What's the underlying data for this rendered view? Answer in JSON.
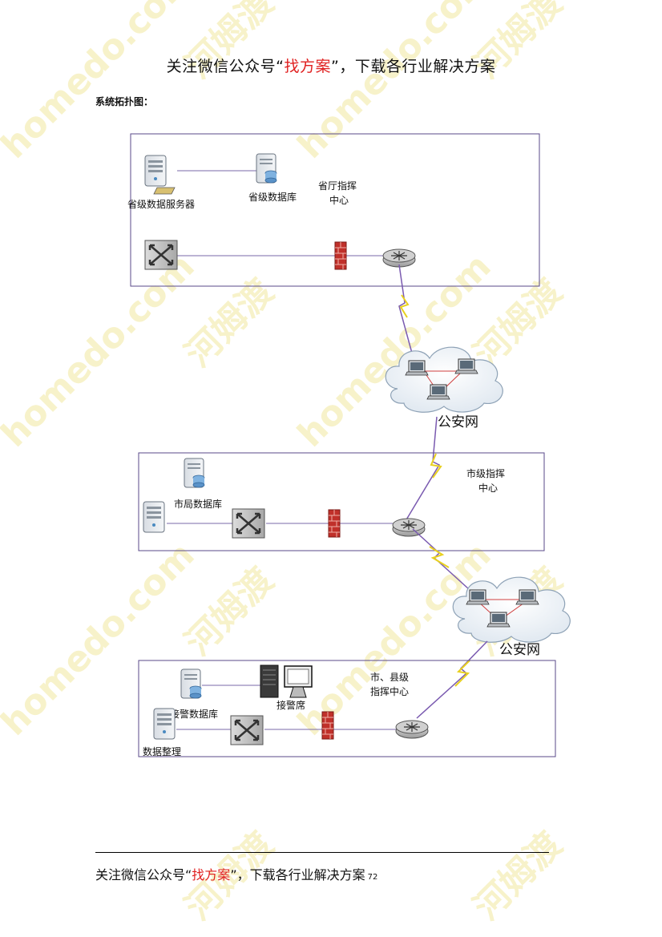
{
  "header": {
    "before": "关注微信公众号“",
    "highlight": "找方案",
    "after": "”，下载各行业解决方案"
  },
  "section_label": "系统拓扑图：",
  "diagram": {
    "province": {
      "server_label": "省级数据服务器",
      "db_label": "省级数据库",
      "center_line1": "省厅指挥",
      "center_line2": "中心"
    },
    "cloud1_label": "公安网",
    "city": {
      "db_label": "市局数据库",
      "center_line1": "市级指挥",
      "center_line2": "中心"
    },
    "cloud2_label": "公安网",
    "county": {
      "db_label": "接警数据库",
      "pc_label": "接警席",
      "data_label": "数据整理",
      "center_line1": "市、县级",
      "center_line2": "指挥中心"
    }
  },
  "watermark": {
    "site": "homedo.com",
    "brand": "河姆渡"
  },
  "footer": {
    "before": "关注微信公众号“",
    "highlight": "找方案",
    "after": "”，下载各行业解决方案",
    "page_number": "72"
  }
}
